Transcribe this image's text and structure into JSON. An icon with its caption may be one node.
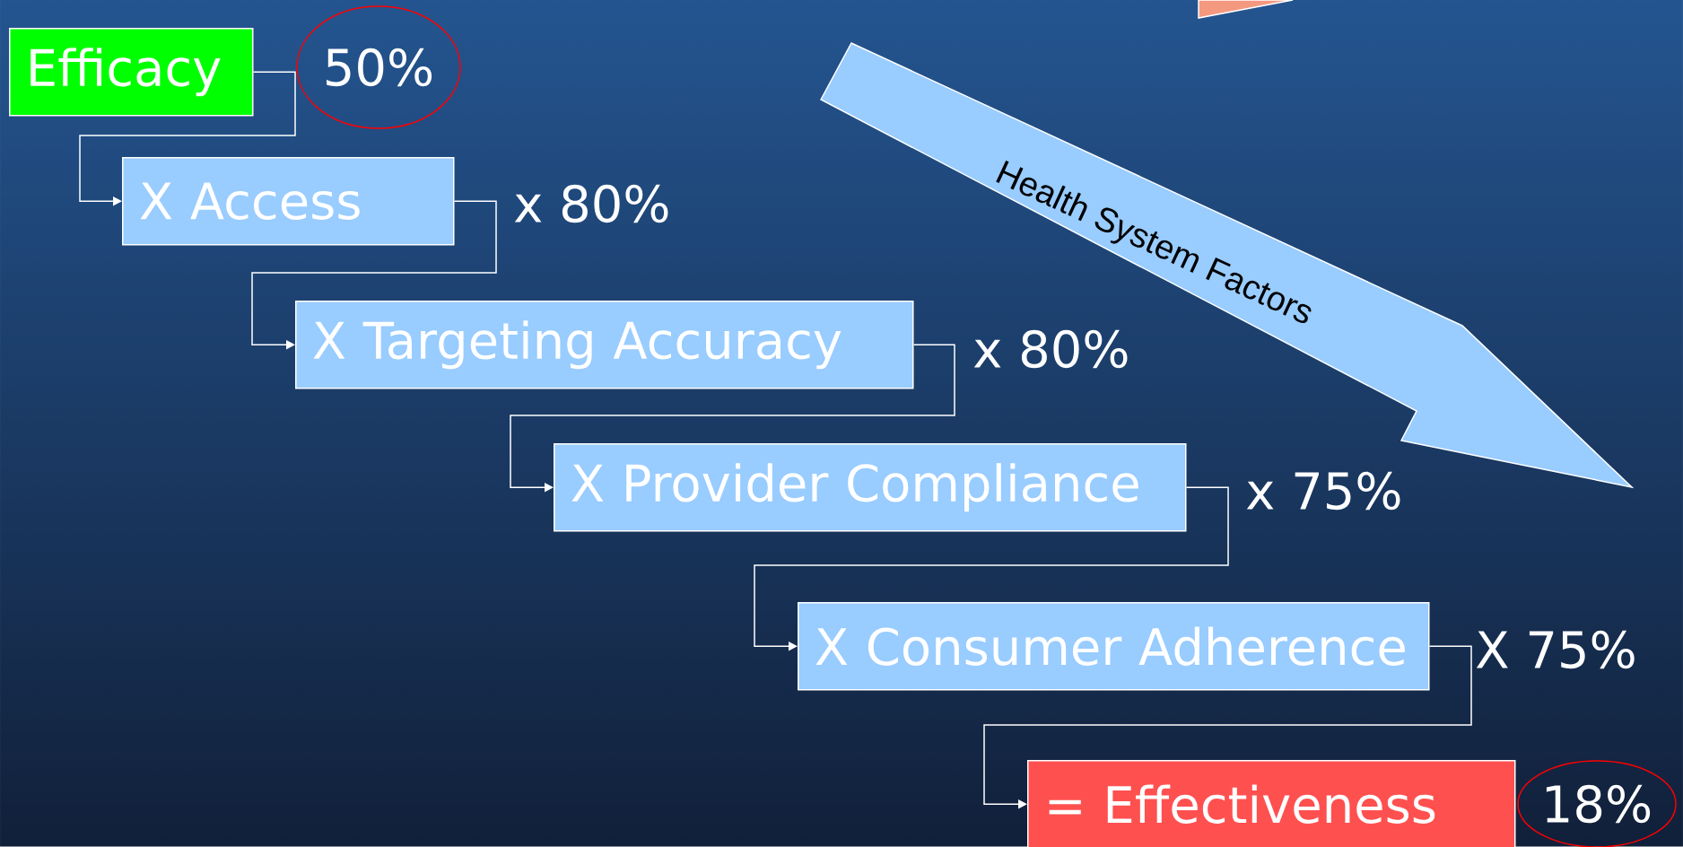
{
  "diagram": {
    "nodes": [
      {
        "text": [
          "Efficacy"
        ]
      },
      {
        "text": [
          "50%"
        ]
      },
      {
        "text": [
          "X Access"
        ]
      },
      {
        "text": [
          "X Targeting Accuracy"
        ]
      },
      {
        "text": [
          "X Provider Compliance"
        ]
      },
      {
        "text": [
          "X Consumer Adherence"
        ]
      },
      {
        "text": [
          "= Effectiveness"
        ]
      },
      {
        "text": [
          "18%"
        ]
      },
      {
        "text": [
          "Health System Factors"
        ]
      }
    ],
    "edges": [
      {
        "from": 0,
        "to": 2,
        "arrow": "to"
      },
      {
        "from": 2,
        "to": 3,
        "arrow": "to"
      },
      {
        "from": 3,
        "to": 4,
        "arrow": "to"
      },
      {
        "from": 4,
        "to": 5,
        "arrow": "to"
      },
      {
        "from": 5,
        "to": 6,
        "arrow": "to"
      }
    ],
    "labels": [
      "x 80%",
      "x 80%",
      "x 75%",
      "X 75%"
    ]
  }
}
